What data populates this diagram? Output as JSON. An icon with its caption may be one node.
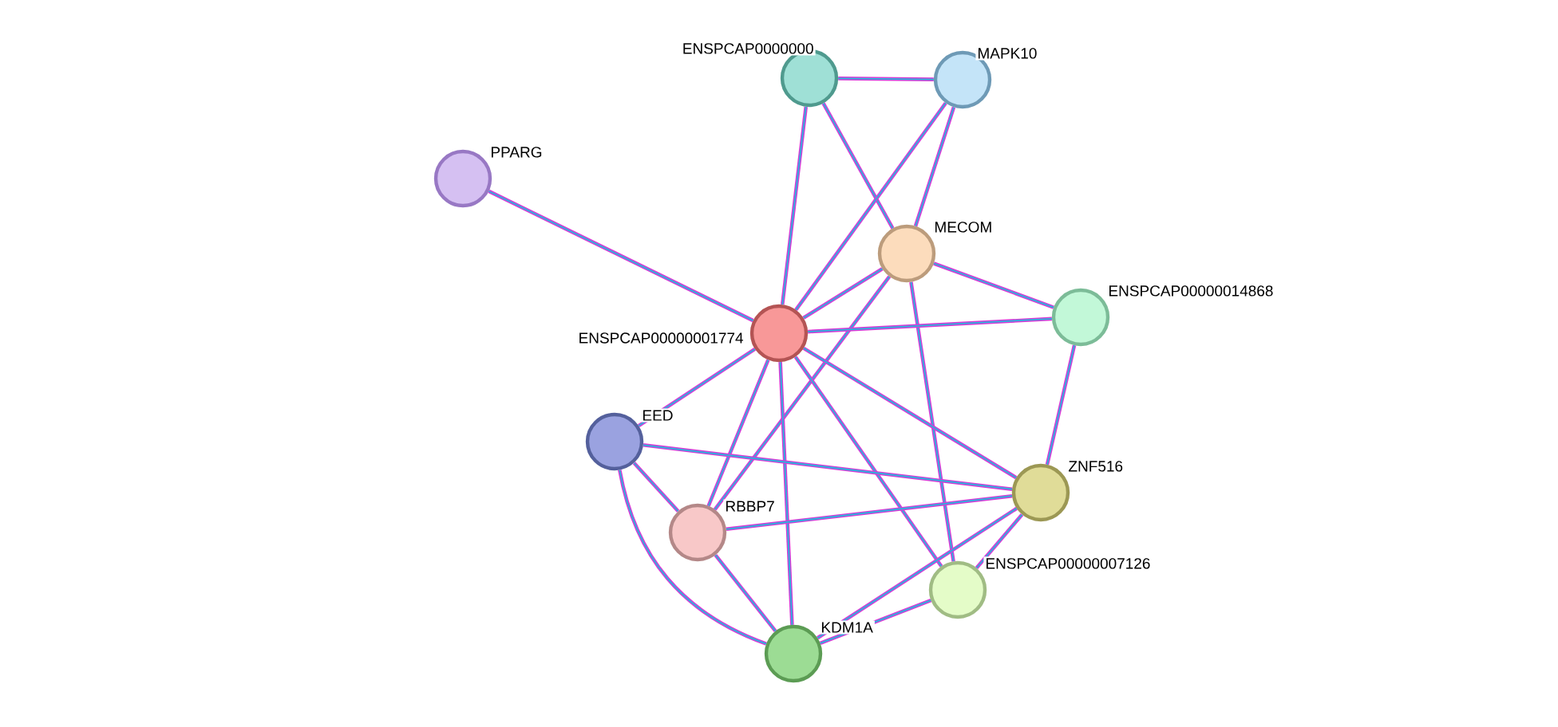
{
  "diagram": {
    "nodes": [
      {
        "text": [
          "ENSPCAP0000000"
        ]
      },
      {
        "text": [
          "MAPK10"
        ]
      },
      {
        "text": [
          "PPARG"
        ]
      },
      {
        "text": [
          "MECOM"
        ]
      },
      {
        "text": [
          "ENSPCAP00000001774"
        ]
      },
      {
        "text": [
          "ENSPCAP00000014868"
        ]
      },
      {
        "text": [
          "EED"
        ]
      },
      {
        "text": [
          "ZNF516"
        ]
      },
      {
        "text": [
          "RBBP7"
        ]
      },
      {
        "text": [
          "ENSPCAP00000007126"
        ]
      },
      {
        "text": [
          "KDM1A"
        ]
      }
    ],
    "edges": [
      {
        "from": 0,
        "to": 1,
        "arrow": "none"
      },
      {
        "from": 0,
        "to": 4,
        "arrow": "none"
      },
      {
        "from": 0,
        "to": 3,
        "arrow": "none"
      },
      {
        "from": 1,
        "to": 4,
        "arrow": "none"
      },
      {
        "from": 1,
        "to": 3,
        "arrow": "none"
      },
      {
        "from": 2,
        "to": 4,
        "arrow": "none"
      },
      {
        "from": 3,
        "to": 4,
        "arrow": "none"
      },
      {
        "from": 3,
        "to": 5,
        "arrow": "none"
      },
      {
        "from": 3,
        "to": 8,
        "arrow": "none"
      },
      {
        "from": 3,
        "to": 9,
        "arrow": "none"
      },
      {
        "from": 4,
        "to": 5,
        "arrow": "none"
      },
      {
        "from": 4,
        "to": 6,
        "arrow": "none"
      },
      {
        "from": 4,
        "to": 7,
        "arrow": "none"
      },
      {
        "from": 4,
        "to": 8,
        "arrow": "none"
      },
      {
        "from": 4,
        "to": 9,
        "arrow": "none"
      },
      {
        "from": 4,
        "to": 10,
        "arrow": "none"
      },
      {
        "from": 5,
        "to": 7,
        "arrow": "none"
      },
      {
        "from": 6,
        "to": 7,
        "arrow": "none"
      },
      {
        "from": 6,
        "to": 8,
        "arrow": "none"
      },
      {
        "from": 6,
        "to": 10,
        "arrow": "none"
      },
      {
        "from": 7,
        "to": 8,
        "arrow": "none"
      },
      {
        "from": 7,
        "to": 9,
        "arrow": "none"
      },
      {
        "from": 7,
        "to": 10,
        "arrow": "none"
      },
      {
        "from": 8,
        "to": 10,
        "arrow": "none"
      },
      {
        "from": 9,
        "to": 10,
        "arrow": "none"
      }
    ]
  }
}
